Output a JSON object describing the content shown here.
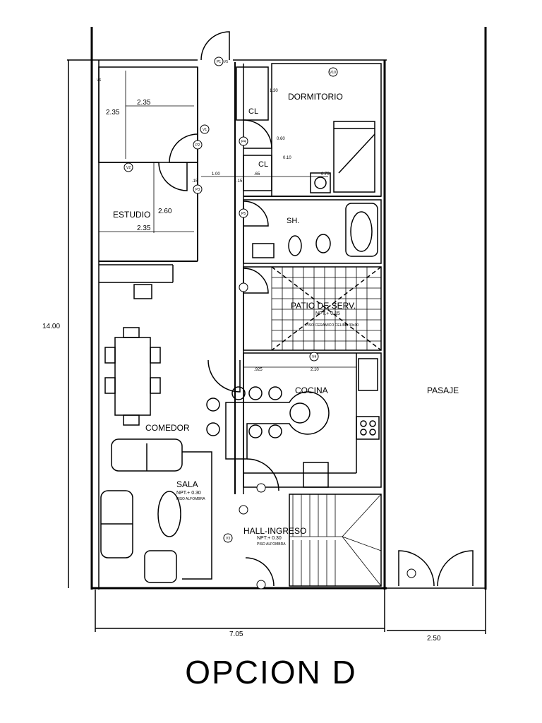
{
  "title": "OPCION D",
  "rooms": {
    "dormitorio": "DORMITORIO",
    "estudio": "ESTUDIO",
    "sh": "SH.",
    "cl_top": "CL",
    "cl_bottom": "CL",
    "patio": "PATIO DE SERV.",
    "cocina": "COCINA",
    "comedor": "COMEDOR",
    "sala": "SALA",
    "hall": "HALL-INGRESO",
    "pasaje": "PASAJE"
  },
  "levels": {
    "patio_npt": "NPT.+ 0.15",
    "patio_floor": "PISO CERAMICO CELIMA 30x30",
    "sala_npt": "NPT.+ 0.30",
    "sala_floor": "PISO ALFOMBRA",
    "hall_npt": "NPT.+ 0.30",
    "hall_floor": "PISO ALFOMBRA"
  },
  "dimensions": {
    "total_height": "14.00",
    "total_width": "7.05",
    "pasaje_width": "2.50",
    "closet_w": "2.35",
    "closet_h": "2.35",
    "estudio_w": "2.35",
    "estudio_h": "2.60",
    "dorm_1": "1.00",
    "dorm_2": ".15",
    "dorm_3": ".65",
    "dorm_4": ".15",
    "dorm_5": "0.10",
    "dorm_6": "0.60",
    "dorm_7": "0.75",
    "dorm_8": "1.30",
    "kitchen_1": ".925",
    "kitchen_2": "2.10"
  },
  "tags": {
    "p1": "P1",
    "p2": "P2",
    "p3": "P3",
    "p4": "P4",
    "p5": "P5",
    "v1": "V1",
    "v2": "V2",
    "v3": "V3",
    "v4": "V4",
    "v5": "V5",
    "v6": "V6",
    "v10": "V10"
  }
}
